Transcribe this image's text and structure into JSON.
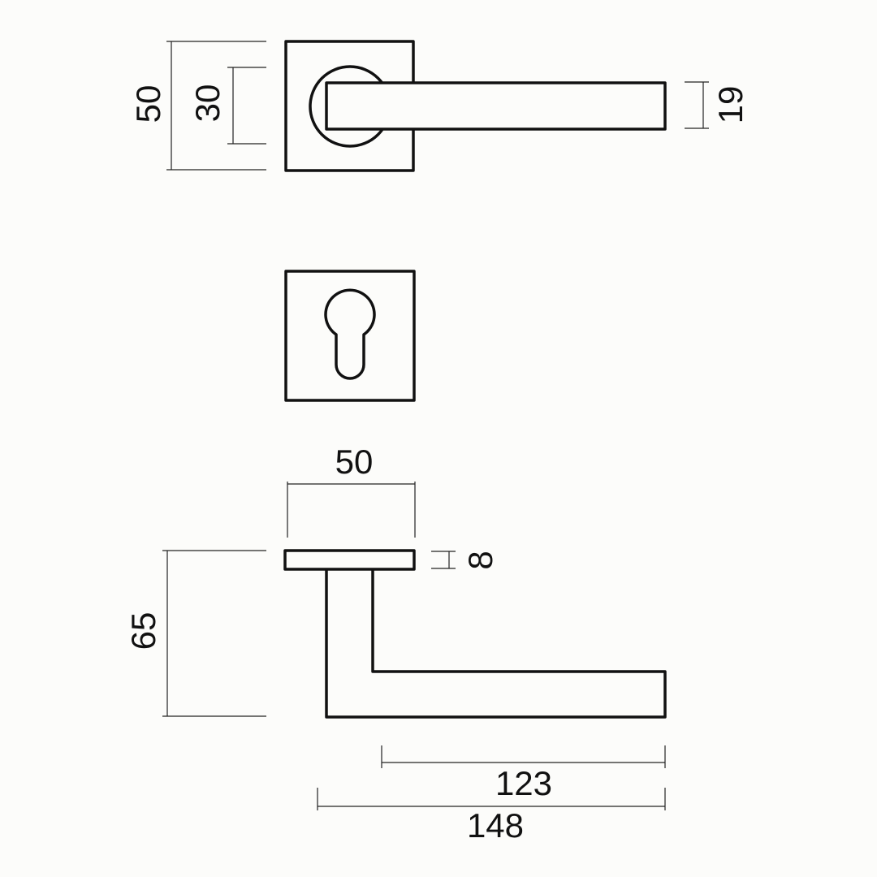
{
  "top_view": {
    "rose_size": "50",
    "rosette_diameter": "30",
    "lever_width": "19"
  },
  "side_view": {
    "rose_size": "50",
    "rose_thickness": "8",
    "projection": "65",
    "lever_inner_length": "123",
    "lever_total_length": "148"
  }
}
